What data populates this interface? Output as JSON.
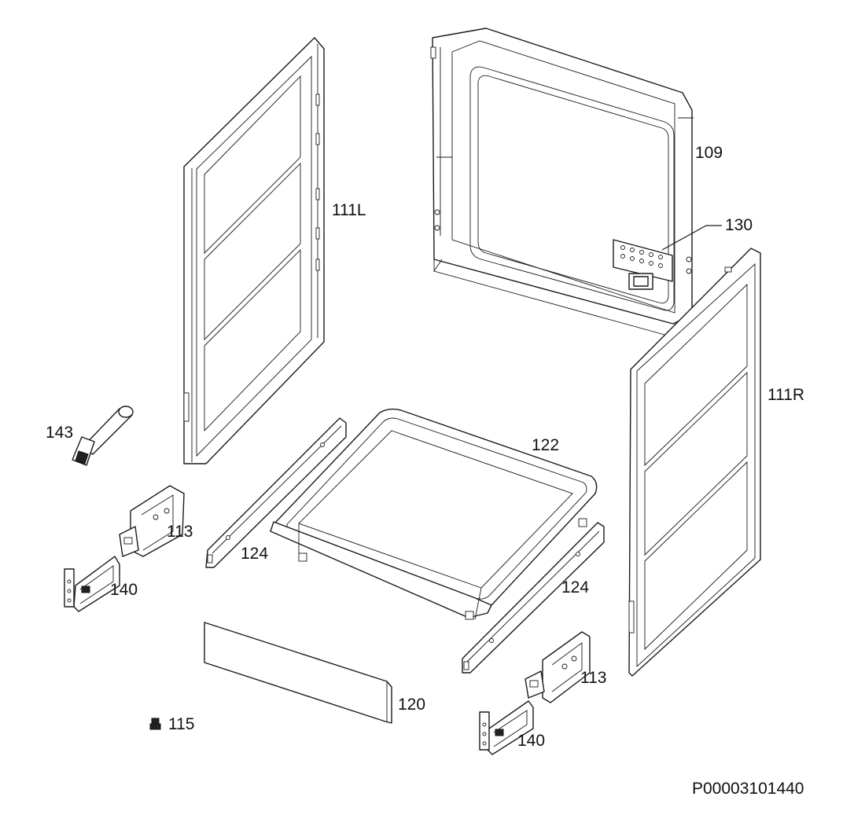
{
  "labels": [
    {
      "id": "109",
      "text": "109"
    },
    {
      "id": "111L",
      "text": "111L"
    },
    {
      "id": "130",
      "text": "130"
    },
    {
      "id": "111R",
      "text": "111R"
    },
    {
      "id": "143",
      "text": "143"
    },
    {
      "id": "122",
      "text": "122"
    },
    {
      "id": "113a",
      "text": "113"
    },
    {
      "id": "124a",
      "text": "124"
    },
    {
      "id": "140a",
      "text": "140"
    },
    {
      "id": "124b",
      "text": "124"
    },
    {
      "id": "113b",
      "text": "113"
    },
    {
      "id": "120",
      "text": "120"
    },
    {
      "id": "115",
      "text": "115"
    },
    {
      "id": "140b",
      "text": "140"
    }
  ],
  "document_id": "P00003101440"
}
